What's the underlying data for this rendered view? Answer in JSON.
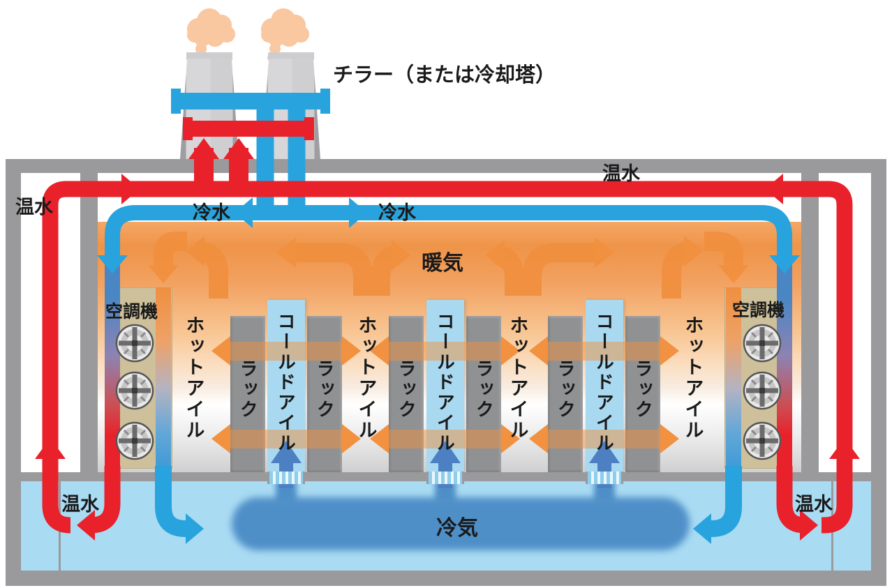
{
  "diagram_title": "チラー（または冷却塔）",
  "labels": {
    "chiller": "チラー（または冷却塔）",
    "hot_water": "温水",
    "cold_water": "冷水",
    "warm_air": "暖気",
    "cold_air": "冷気",
    "crac_unit": "空調機",
    "hot_aisle": "ホットアイル",
    "cold_aisle": "コールドアイル",
    "rack": "ラック"
  },
  "legend_meaning": {
    "red_pipes": "温水",
    "blue_pipes": "冷水",
    "orange_arrows": "暖気",
    "dark_blue_arrows": "冷気"
  },
  "counts": {
    "chiller_towers": 2,
    "crac_units": 2,
    "fans_per_crac": 3,
    "rack_pairs": 3,
    "cold_aisles": 3,
    "hot_aisle_labels": 4
  },
  "colors": {
    "hot_water_red": "#e8212b",
    "cold_water_blue": "#29a3dd",
    "cold_air_dark_blue": "#4d7fc3",
    "warm_air_orange": "#f0903f",
    "plenum_light_blue": "#a9dbf3",
    "building_gray": "#9a9a9c",
    "rack_gray": "#8f9193",
    "crac_tan": "#cdc09a",
    "steam_peach": "#f9c7a0",
    "cold_aisle_blue": "#a9d9f1"
  }
}
